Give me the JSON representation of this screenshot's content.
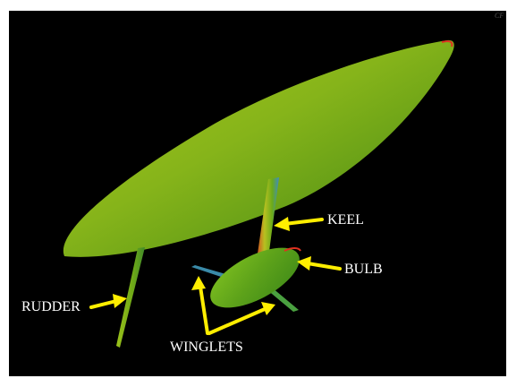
{
  "figure": {
    "corner_text": "CF",
    "labels": {
      "keel": "KEEL",
      "bulb": "BULB",
      "rudder": "RUDDER",
      "winglets": "WINGLETS"
    },
    "colors": {
      "background": "#000000",
      "hull": "#7fb418",
      "hull_highlight": "#b8d21a",
      "hull_shadow": "#4f8c14",
      "annotation_arrow": "#ffee00",
      "label_text": "#ffffff",
      "edge_highlight": "#e03020"
    }
  }
}
